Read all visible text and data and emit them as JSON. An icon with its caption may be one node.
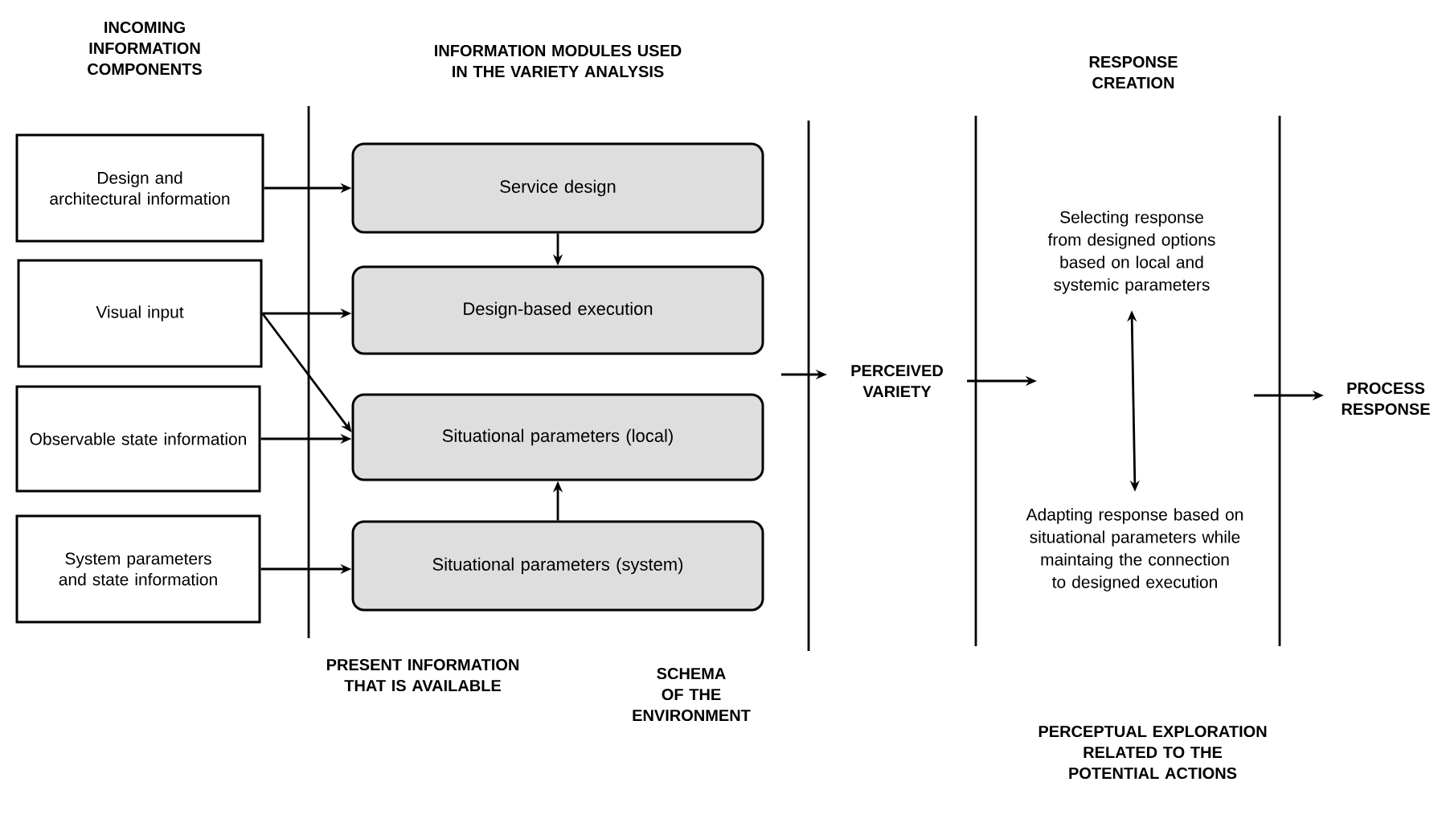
{
  "diagram": {
    "nodes": [
      {
        "text": [
          "Design and architectural information"
        ]
      },
      {
        "text": [
          "Visual input"
        ]
      },
      {
        "text": [
          "Observable state information"
        ]
      },
      {
        "text": [
          "System parameters and state information"
        ]
      },
      {
        "text": [
          "Service design"
        ]
      },
      {
        "text": [
          "Design-based execution"
        ]
      },
      {
        "text": [
          "Situational parameters (local)"
        ]
      },
      {
        "text": [
          "Situational parameters (system)"
        ]
      },
      {
        "text": [
          "PERCEIVED VARIETY"
        ]
      },
      {
        "text": [
          "Selecting response from designed options based on local and systemic parameters"
        ]
      },
      {
        "text": [
          "Adapting response based on situational parameters while maintaing the connection to designed execution"
        ]
      },
      {
        "text": [
          "PROCESS RESPONSE"
        ]
      }
    ],
    "edges": [
      {
        "from": 0,
        "to": 4,
        "arrow": "to"
      },
      {
        "from": 1,
        "to": 5,
        "arrow": "to"
      },
      {
        "from": 1,
        "to": 6,
        "arrow": "to"
      },
      {
        "from": 2,
        "to": 6,
        "arrow": "to"
      },
      {
        "from": 3,
        "to": 7,
        "arrow": "to"
      },
      {
        "from": 4,
        "to": 5,
        "arrow": "to"
      },
      {
        "from": 7,
        "to": 6,
        "arrow": "to"
      },
      {
        "from": null,
        "to": 8,
        "arrow": "to"
      },
      {
        "from": 8,
        "to": null,
        "arrow": "to"
      },
      {
        "from": 9,
        "to": 10,
        "arrow": "both"
      },
      {
        "from": null,
        "to": 11,
        "arrow": "to"
      }
    ],
    "labels": [
      "INCOMING INFORMATION COMPONENTS",
      "INFORMATION MODULES USED IN THE VARIETY ANALYSIS",
      "RESPONSE CREATION",
      "PRESENT INFORMATION THAT IS AVAILABLE",
      "SCHEMA OF THE ENVIRONMENT",
      "PERCEPTUAL EXPLORATION RELATED TO THE POTENTIAL ACTIONS"
    ]
  }
}
